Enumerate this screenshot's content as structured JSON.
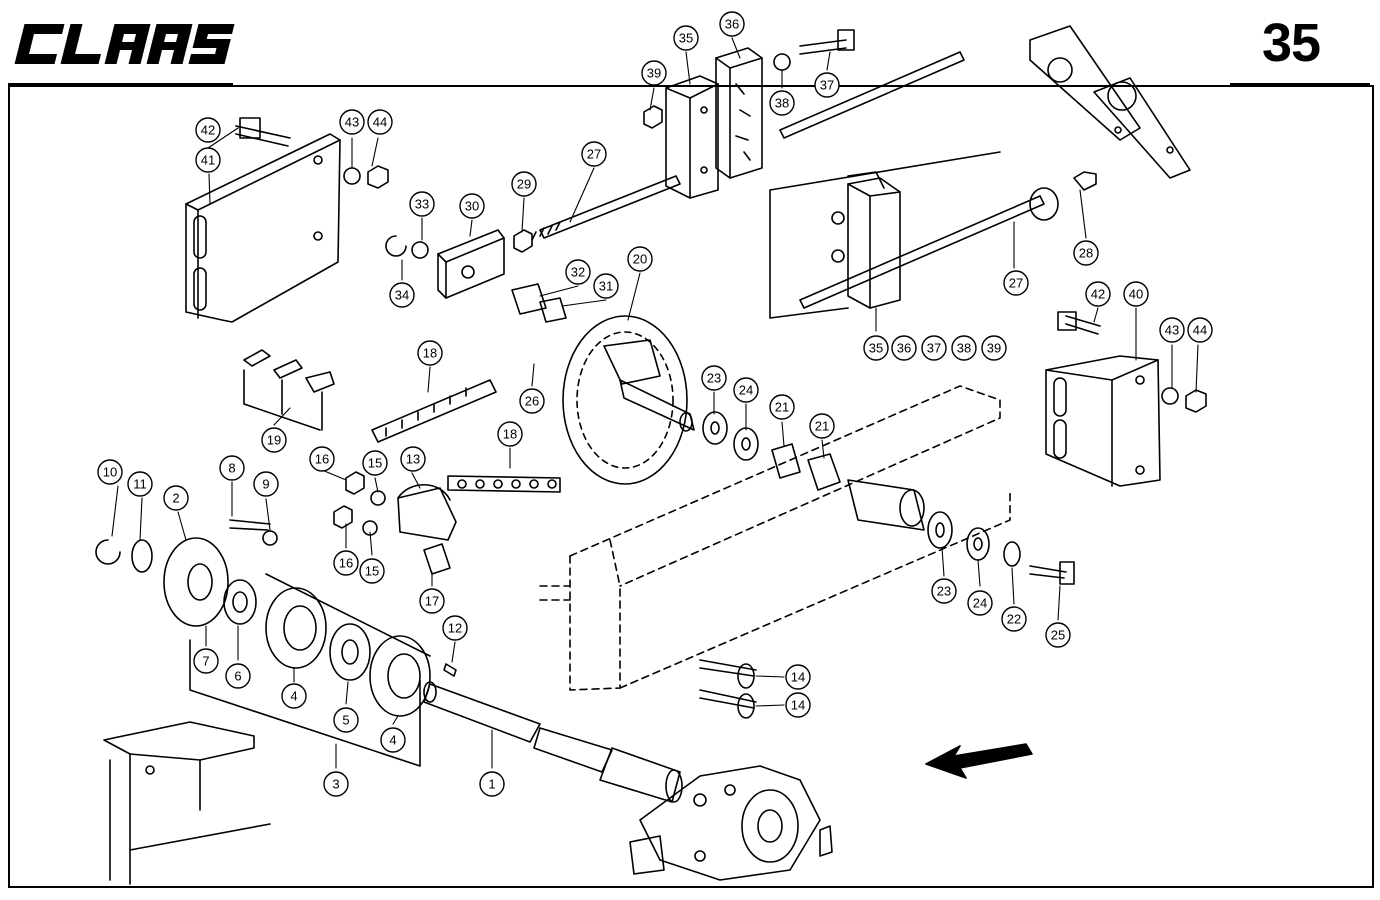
{
  "header": {
    "brand": "CLAAS",
    "page_number": "35"
  },
  "callouts": [
    {
      "id": "c1",
      "label": "1"
    },
    {
      "id": "c2",
      "label": "2"
    },
    {
      "id": "c3",
      "label": "3"
    },
    {
      "id": "c4a",
      "label": "4"
    },
    {
      "id": "c4b",
      "label": "4"
    },
    {
      "id": "c5",
      "label": "5"
    },
    {
      "id": "c6",
      "label": "6"
    },
    {
      "id": "c7",
      "label": "7"
    },
    {
      "id": "c8",
      "label": "8"
    },
    {
      "id": "c9",
      "label": "9"
    },
    {
      "id": "c10",
      "label": "10"
    },
    {
      "id": "c11",
      "label": "11"
    },
    {
      "id": "c12",
      "label": "12"
    },
    {
      "id": "c13",
      "label": "13"
    },
    {
      "id": "c14a",
      "label": "14"
    },
    {
      "id": "c14b",
      "label": "14"
    },
    {
      "id": "c15a",
      "label": "15"
    },
    {
      "id": "c15b",
      "label": "15"
    },
    {
      "id": "c16a",
      "label": "16"
    },
    {
      "id": "c16b",
      "label": "16"
    },
    {
      "id": "c17",
      "label": "17"
    },
    {
      "id": "c18a",
      "label": "18"
    },
    {
      "id": "c18b",
      "label": "18"
    },
    {
      "id": "c19",
      "label": "19"
    },
    {
      "id": "c20",
      "label": "20"
    },
    {
      "id": "c21a",
      "label": "21"
    },
    {
      "id": "c21b",
      "label": "21"
    },
    {
      "id": "c22",
      "label": "22"
    },
    {
      "id": "c23a",
      "label": "23"
    },
    {
      "id": "c23b",
      "label": "23"
    },
    {
      "id": "c24a",
      "label": "24"
    },
    {
      "id": "c24b",
      "label": "24"
    },
    {
      "id": "c25",
      "label": "25"
    },
    {
      "id": "c26",
      "label": "26"
    },
    {
      "id": "c27a",
      "label": "27"
    },
    {
      "id": "c27b",
      "label": "27"
    },
    {
      "id": "c28",
      "label": "28"
    },
    {
      "id": "c29",
      "label": "29"
    },
    {
      "id": "c30",
      "label": "30"
    },
    {
      "id": "c31",
      "label": "31"
    },
    {
      "id": "c32",
      "label": "32"
    },
    {
      "id": "c33",
      "label": "33"
    },
    {
      "id": "c34",
      "label": "34"
    },
    {
      "id": "c35a",
      "label": "35"
    },
    {
      "id": "c35b",
      "label": "35"
    },
    {
      "id": "c36a",
      "label": "36"
    },
    {
      "id": "c36b",
      "label": "36"
    },
    {
      "id": "c37a",
      "label": "37"
    },
    {
      "id": "c37b",
      "label": "37"
    },
    {
      "id": "c38a",
      "label": "38"
    },
    {
      "id": "c38b",
      "label": "38"
    },
    {
      "id": "c39a",
      "label": "39"
    },
    {
      "id": "c39b",
      "label": "39"
    },
    {
      "id": "c40",
      "label": "40"
    },
    {
      "id": "c41",
      "label": "41"
    },
    {
      "id": "c42a",
      "label": "42"
    },
    {
      "id": "c42b",
      "label": "42"
    },
    {
      "id": "c43a",
      "label": "43"
    },
    {
      "id": "c43b",
      "label": "43"
    },
    {
      "id": "c44a",
      "label": "44"
    },
    {
      "id": "c44b",
      "label": "44"
    }
  ]
}
